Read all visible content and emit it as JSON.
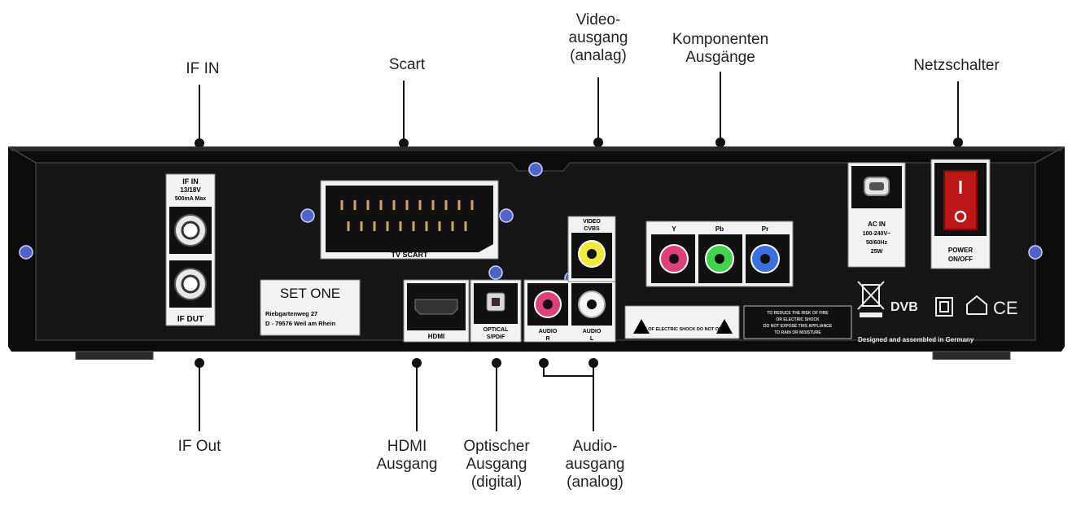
{
  "callouts": {
    "if_in": [
      "IF IN"
    ],
    "scart": [
      "Scart"
    ],
    "video_out": [
      "Video-",
      "ausgang",
      "(analag)"
    ],
    "component_out": [
      "Komponenten",
      "Ausgänge"
    ],
    "power_switch": [
      "Netzschalter"
    ],
    "if_out": [
      "IF Out"
    ],
    "hdmi_out": [
      "HDMI",
      "Ausgang"
    ],
    "optical_out": [
      "Optischer",
      "Ausgang",
      "(digital)"
    ],
    "audio_out": [
      "Audio-",
      "ausgang",
      "(analog)"
    ]
  },
  "panel": {
    "if_in_label": [
      "IF IN",
      "13/18V",
      "500mA Max"
    ],
    "if_out_label": "IF DUT",
    "tv_scart_label": "TV SCART",
    "brand": "SET ONE",
    "address_lines": [
      "Riebgartenweg 27",
      "D - 79576 Weil am Rhein"
    ],
    "hdmi_label": "HDMI",
    "optical_label": [
      "OPTICAL",
      "S/PDIF"
    ],
    "video_label": [
      "VIDEO",
      "CVBS"
    ],
    "audio_r_label": [
      "AUDIO",
      "R"
    ],
    "audio_l_label": [
      "AUDIO",
      "L"
    ],
    "component_labels": [
      "Y",
      "Pb",
      "Pr"
    ],
    "warning_text": "RISK OF ELECTRIC SHOCK DO NOT OPEN",
    "shock_notice": [
      "TO REDUCE THE RISK OF FIRE",
      "OR ELECTRIC SHOCK",
      "DO NOT EXPOSE THIS APPLIANCE",
      "TO RAIN OR MOISTURE"
    ],
    "ac_in_label": [
      "AC IN",
      "100-240V~",
      "50/60Hz",
      "25W"
    ],
    "power_label": [
      "POWER",
      "ON/OFF"
    ],
    "dvb_logo": "DVB",
    "ce_mark": "CE",
    "designed_text": "Designed and assembled in Germany"
  },
  "colors": {
    "body": "#0c0c0c",
    "rca_red": "#e0407a",
    "rca_yellow": "#f2ea3a",
    "rca_white": "#f4f4f4",
    "rca_green": "#3fd44a",
    "rca_blue": "#3a6fe0",
    "screw_blue": "#4f63c8"
  }
}
